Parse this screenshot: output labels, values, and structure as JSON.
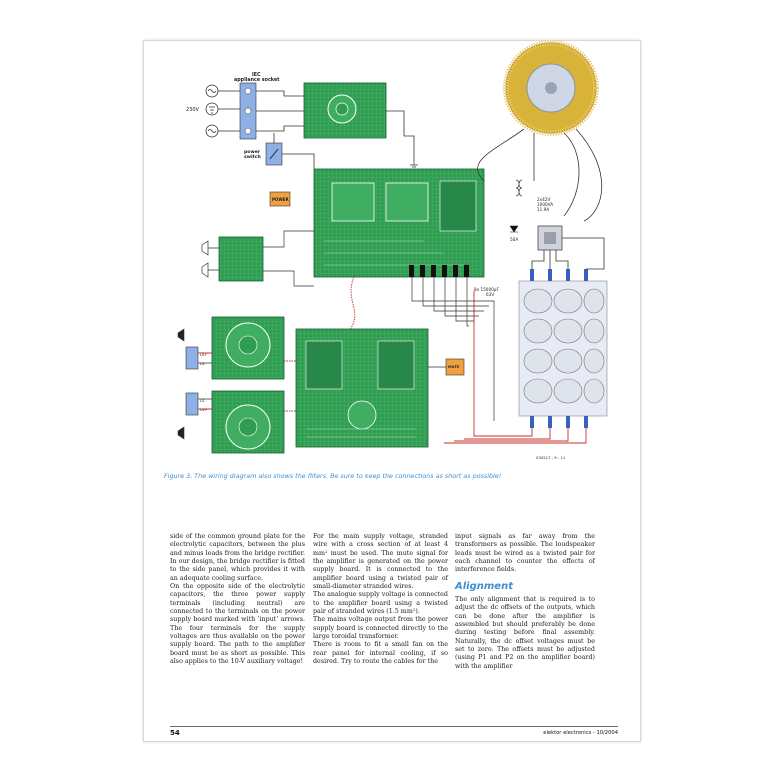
{
  "figure": {
    "labels": {
      "iec": "IEC\nappliance socket",
      "mains": "230V",
      "power_switch": "power\nswitch",
      "power_module": "POWER",
      "transformer_spec": "2x42V\n1000VA\n11.9A",
      "fuse": "50A",
      "caps": "8x 15000µF\n63V",
      "mute": "MUTE",
      "ls_labels": [
        "LS+",
        "LS-",
        "LS-",
        "LS+"
      ],
      "figure_code": "030217 - 9 - 11"
    },
    "caption": "Figure 3. The wiring diagram also shows the filters. Be sure to keep the connections as short as possible!"
  },
  "columns": {
    "col1_paragraphs": [
      "side of the common ground plate for the electrolytic capacitors, between the plus and minus leads from the bridge rectifier. In our design, the bridge rectifier is fitted to the side panel, which provides it with an adequate cooling surface.",
      "On the opposite side of the electrolytic capacitors, the three power supply terminals (including neutral) are connected to the terminals on the power supply board marked with ‘input’ arrows. The four terminals for the supply voltages are thus available on the power supply board. The path to the amplifier board must be as short as possible. This also applies to the 10-V auxiliary voltage!"
    ],
    "col2_p1_before": "For the main supply voltage, stranded wire with a cross section of at least 4 mm",
    "col2_p1_sup": "2",
    "col2_p1_after": " must be used. The mute signal for the amplifier is generated on the power supply board. It is connected to the amplifier board using a twisted pair of small-diameter stranded wires.",
    "col2_p2_before": "The analogue supply voltage is connected to the amplifier board using a twisted pair of stranded wires (1.5 mm",
    "col2_p2_sup": "2",
    "col2_p2_after": ").",
    "col2_paragraphs_rest": [
      "The mains voltage output from the power supply board is connected directly to the large toroidal transformer.",
      "There is room to fit a small fan on the rear panel for internal cooling, if so desired. Try to route the cables for the"
    ],
    "col3_p1": "input signals as far away from the transformers as possible. The loudspeaker leads must be wired as a twisted pair for each channel to counter the effects of interference fields.",
    "col3_heading": "Alignment",
    "col3_p2": "The only alignment that is required is to adjust the dc offsets of the outputs, which can be done after the amplifier is assembled but should preferably be done during testing before final assembly. Naturally, the dc offset voltages must be set to zero. The offsets must be adjusted (using P1 and P2 on the amplifier board) with the amplifier"
  },
  "footer": {
    "page_number": "54",
    "publication": "elektor electronics - 10/2004"
  },
  "colors": {
    "pcb_green": "#2f9e52",
    "caption_blue": "#3f8fd0",
    "toroid_gold": "#d9b23a",
    "wire_red": "#c8302a"
  }
}
